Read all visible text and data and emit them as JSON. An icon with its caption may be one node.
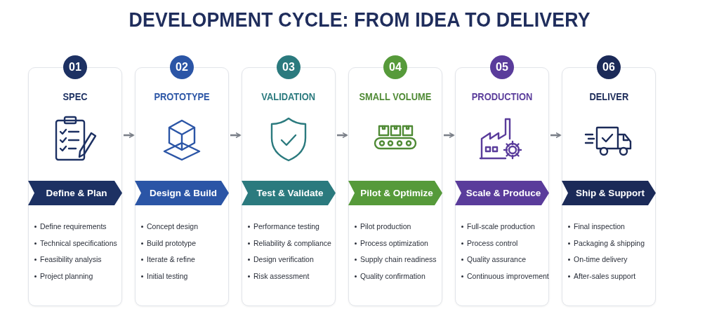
{
  "diagram": {
    "title": "DEVELOPMENT CYCLE: FROM IDEA TO DELIVERY",
    "nodes": [
      {
        "text": [
          "01",
          "SPEC",
          "Define & Plan",
          "Define requirements",
          "Technical specifications",
          "Feasibility analysis",
          "Project planning"
        ]
      },
      {
        "text": [
          "02",
          "PROTOTYPE",
          "Design & Build",
          "Concept design",
          "Build prototype",
          "Iterate & refine",
          "Initial testing"
        ]
      },
      {
        "text": [
          "03",
          "VALIDATION",
          "Test & Validate",
          "Performance testing",
          "Reliability & compliance",
          "Design verification",
          "Risk assessment"
        ]
      },
      {
        "text": [
          "04",
          "SMALL VOLUME",
          "Pilot & Optimize",
          "Pilot production",
          "Process optimization",
          "Supply chain readiness",
          "Quality confirmation"
        ]
      },
      {
        "text": [
          "05",
          "PRODUCTION",
          "Scale & Produce",
          "Full-scale production",
          "Process control",
          "Quality assurance",
          "Continuous improvement"
        ]
      },
      {
        "text": [
          "06",
          "DELIVER",
          "Ship & Support",
          "Final inspection",
          "Packaging & shipping",
          "On-time delivery",
          "After-sales support"
        ]
      }
    ],
    "edges": [
      {
        "from": 0,
        "to": 1,
        "arrow": "to"
      },
      {
        "from": 1,
        "to": 2,
        "arrow": "to"
      },
      {
        "from": 2,
        "to": 3,
        "arrow": "to"
      },
      {
        "from": 3,
        "to": 4,
        "arrow": "to"
      },
      {
        "from": 4,
        "to": 5,
        "arrow": "to"
      }
    ]
  }
}
